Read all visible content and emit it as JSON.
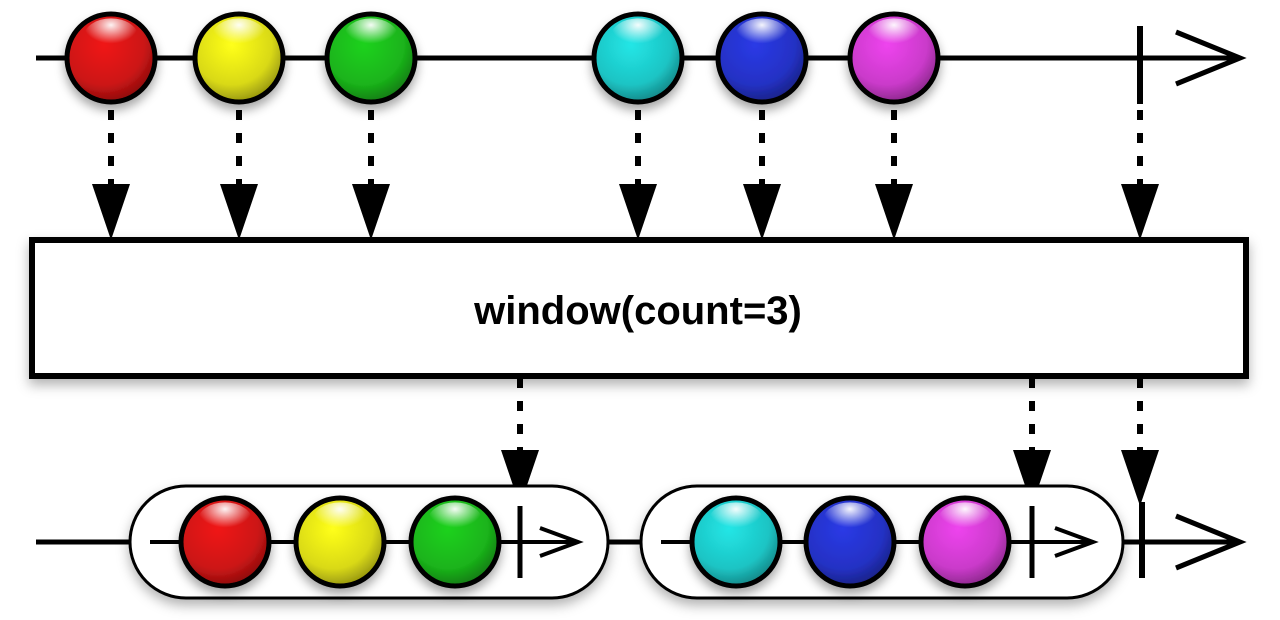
{
  "operator": {
    "label": "window(count=3)"
  },
  "colors": {
    "red": "#f01818",
    "yellow": "#ffff1a",
    "green": "#1ed21e",
    "cyan": "#22e6e6",
    "blue": "#2a3ae6",
    "magenta": "#ee44ee",
    "line": "#000000",
    "box_fill": "#ffffff",
    "pill_fill": "#ffffff"
  },
  "source_stream": {
    "items": [
      {
        "color": "red"
      },
      {
        "color": "yellow"
      },
      {
        "color": "green"
      },
      {
        "color": "cyan"
      },
      {
        "color": "blue"
      },
      {
        "color": "magenta"
      }
    ],
    "completes": true
  },
  "output_stream": {
    "windows": [
      {
        "items": [
          {
            "color": "red"
          },
          {
            "color": "yellow"
          },
          {
            "color": "green"
          }
        ],
        "completes": true
      },
      {
        "items": [
          {
            "color": "cyan"
          },
          {
            "color": "blue"
          },
          {
            "color": "magenta"
          }
        ],
        "completes": true
      }
    ],
    "completes": true
  }
}
